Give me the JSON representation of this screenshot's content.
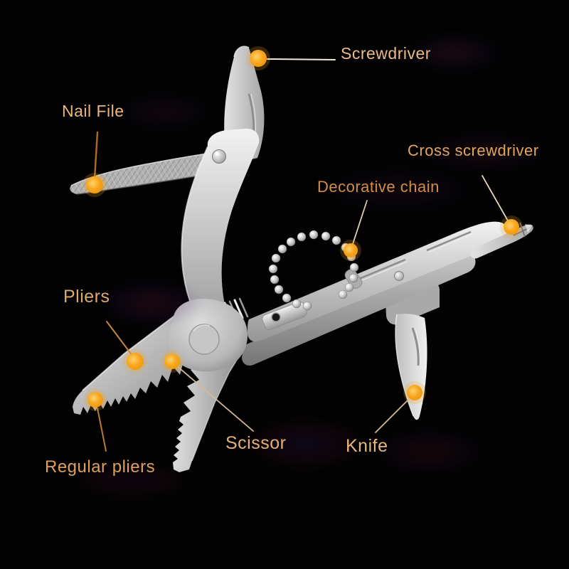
{
  "scene": {
    "subject": "Stainless steel folding keychain multi-tool pliers, opened, with parts labeled",
    "background_color": "#020202"
  },
  "style": {
    "label_text_color": "#e2aa6b",
    "callout_dot_color": "#f6a41e",
    "leader_line_light_color": "#e9dcc6",
    "leader_line_orange_color": "#b06a22",
    "metal_light_color": "#f0f0f0",
    "metal_dark_color": "#8a8a8a"
  },
  "callouts": {
    "screwdriver": {
      "label": "Screwdriver"
    },
    "nail_file": {
      "label": "Nail File"
    },
    "cross_screwdriver": {
      "label": "Cross screwdriver"
    },
    "decorative_chain": {
      "label": "Decorative chain"
    },
    "pliers": {
      "label": "Pliers"
    },
    "scissor": {
      "label": "Scissor"
    },
    "knife": {
      "label": "Knife"
    },
    "regular_pliers": {
      "label": "Regular pliers"
    }
  }
}
